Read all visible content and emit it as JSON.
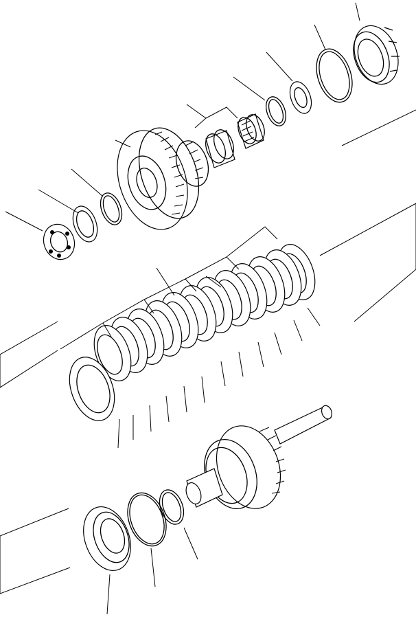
{
  "diagram": {
    "type": "exploded-view parts drawing",
    "assemblies": [
      {
        "id": "upper-gear-assembly",
        "parts": [
          "bearing",
          "spacer",
          "snap-ring",
          "gear",
          "needle-bearing",
          "bushing",
          "thrust-washer",
          "lock-washer",
          "snap-ring-large",
          "retainer-cap"
        ]
      },
      {
        "id": "clutch-pack",
        "parts": [
          "clutch-discs",
          "separator-plates"
        ]
      },
      {
        "id": "lower-shaft-assembly",
        "parts": [
          "output-shaft-with-drum",
          "snap-ring",
          "o-ring",
          "piston"
        ]
      }
    ],
    "callout_count": 36
  }
}
